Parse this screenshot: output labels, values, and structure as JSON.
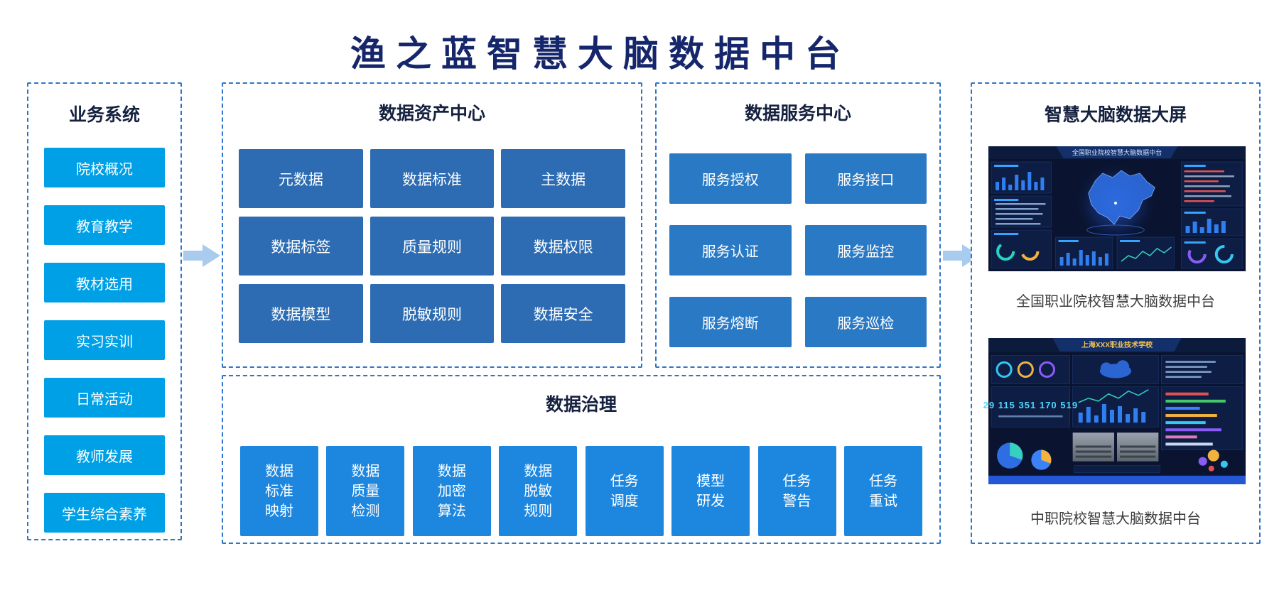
{
  "title": "渔之蓝智慧大脑数据中台",
  "business": {
    "header": "业务系统",
    "items": [
      "院校概况",
      "教育教学",
      "教材选用",
      "实习实训",
      "日常活动",
      "教师发展",
      "学生综合素养"
    ]
  },
  "asset": {
    "header": "数据资产中心",
    "items": [
      "元数据",
      "数据标准",
      "主数据",
      "数据标签",
      "质量规则",
      "数据权限",
      "数据模型",
      "脱敏规则",
      "数据安全"
    ]
  },
  "service": {
    "header": "数据服务中心",
    "items": [
      "服务授权",
      "服务接口",
      "服务认证",
      "服务监控",
      "服务熔断",
      "服务巡检"
    ]
  },
  "governance": {
    "header": "数据治理",
    "items": [
      "数据标准映射",
      "数据质量检测",
      "数据加密算法",
      "数据脱敏规则",
      "任务调度",
      "模型研发",
      "任务警告",
      "任务重试"
    ]
  },
  "screens_panel": {
    "header": "智慧大脑数据大屏",
    "screens": [
      {
        "title": "全国职业院校智慧大脑数据中台",
        "caption": "全国职业院校智慧大脑数据中台"
      },
      {
        "title": "上海XXX职业技术学校",
        "caption": "中职院校智慧大脑数据中台",
        "kpis": "29  115  351  170  519"
      }
    ]
  },
  "colors": {
    "title_text": "#15266b",
    "dashed_border": "#2e74c8",
    "business_item_bg": "#00a0e6",
    "asset_item_bg": "#2d6cb2",
    "service_item_bg": "#2a79c4",
    "governance_item_bg": "#1d87e0",
    "arrow": "#a9cbee",
    "block_text": "#ffffff",
    "dashboard_bg": "#0a1430",
    "dashboard_title_yellow": "#f5c451"
  }
}
